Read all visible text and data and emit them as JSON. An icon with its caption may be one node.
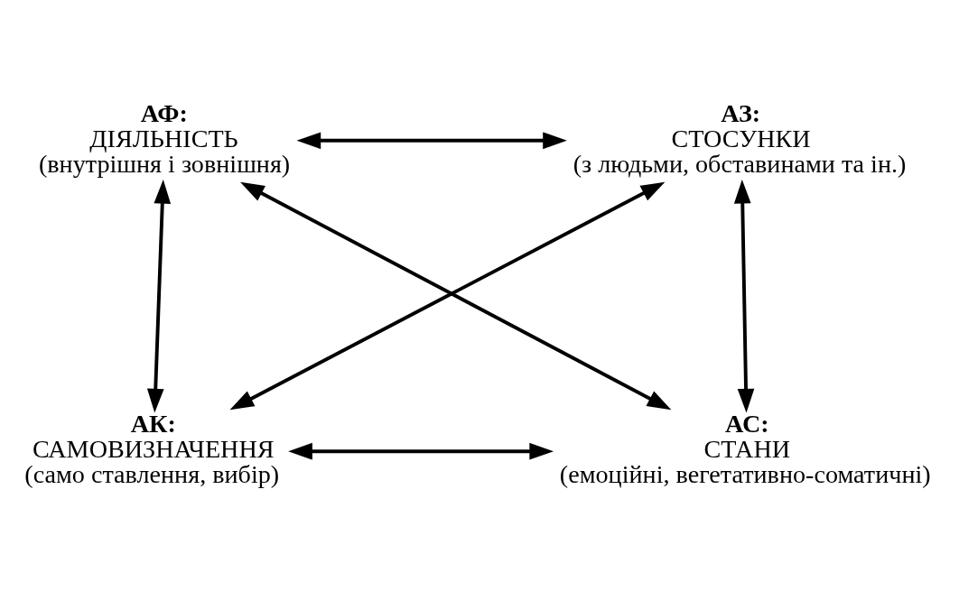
{
  "diagram": {
    "nodes": [
      {
        "text": [
          "АФ:",
          "ДІЯЛЬНІСТЬ",
          "(внутрішня і зовнішня)"
        ]
      },
      {
        "text": [
          "АЗ:",
          "СТОСУНКИ",
          "(з людьми, обставинами та ін.)"
        ]
      },
      {
        "text": [
          "АК:",
          "САМОВИЗНАЧЕННЯ",
          "(само ставлення, вибір)"
        ]
      },
      {
        "text": [
          "АС:",
          "СТАНИ",
          "(емоційні, вегетативно-соматичні)"
        ]
      }
    ],
    "edges": [
      {
        "from": 0,
        "to": 1,
        "arrow": "both"
      },
      {
        "from": 0,
        "to": 2,
        "arrow": "both"
      },
      {
        "from": 1,
        "to": 3,
        "arrow": "both"
      },
      {
        "from": 0,
        "to": 3,
        "arrow": "both"
      },
      {
        "from": 1,
        "to": 2,
        "arrow": "both"
      },
      {
        "from": 2,
        "to": 3,
        "arrow": "both"
      }
    ]
  }
}
